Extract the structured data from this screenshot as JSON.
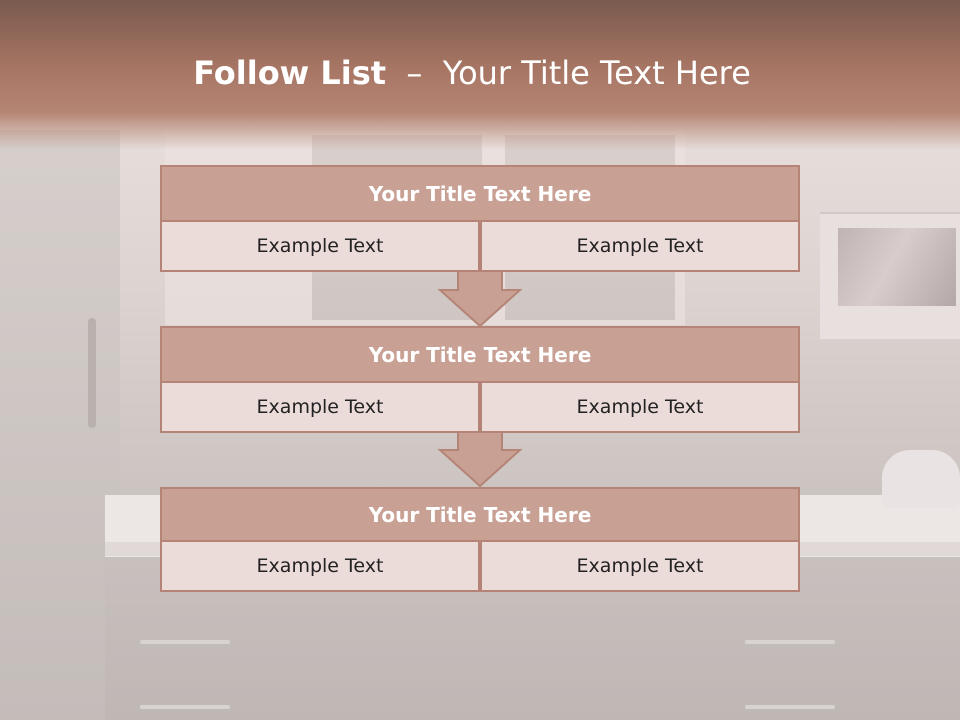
{
  "slide": {
    "title_bold": "Follow List",
    "title_separator": "–",
    "title_rest": "Your Title Text Here",
    "accent_color": "#c9a094",
    "border_color": "#b48476"
  },
  "blocks": [
    {
      "title": "Your Title Text Here",
      "left": "Example Text",
      "right": "Example Text"
    },
    {
      "title": "Your Title Text Here",
      "left": "Example Text",
      "right": "Example Text"
    },
    {
      "title": "Your Title Text Here",
      "left": "Example Text",
      "right": "Example Text"
    }
  ],
  "icons": [
    "down-arrow-icon"
  ]
}
